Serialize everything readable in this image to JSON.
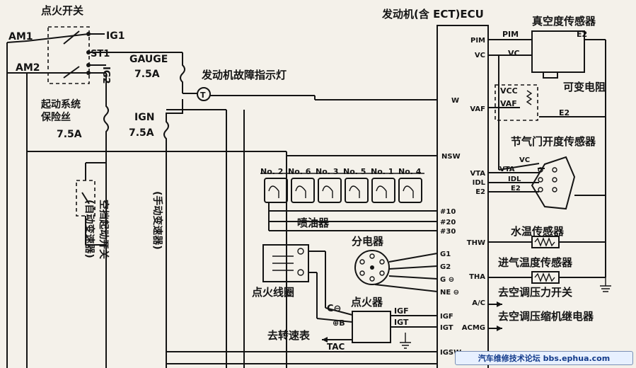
{
  "ignition_switch": {
    "title": "点火开关",
    "terminals": [
      "AM1",
      "IG1",
      "ST1",
      "IG2",
      "AM2"
    ]
  },
  "fuses": {
    "gauge": {
      "name": "GAUGE",
      "rating": "7.5A"
    },
    "starter": {
      "line1": "起动系统",
      "line2": "保险丝",
      "rating": "7.5A"
    },
    "ign": {
      "name": "IGN",
      "rating": "7.5A"
    }
  },
  "check_engine_lamp": "发动机故障指示灯",
  "neutral_switch": {
    "line1": "(自动变速器)",
    "line2": "空挡起动开关"
  },
  "manual_note": "(手动变速器)",
  "injectors": {
    "labels": [
      "No. 2",
      "No. 6",
      "No. 3",
      "No. 5",
      "No. 1",
      "No. 4"
    ],
    "caption": "喷油器"
  },
  "distributor": "分电器",
  "ignition_coil": "点火线圈",
  "igniter": {
    "title": "点火器",
    "pins": [
      "IGF",
      "IGT"
    ],
    "c_label": "C⊖",
    "b_label": "⊕B"
  },
  "tach": {
    "label": "去转速表",
    "pin": "TAC"
  },
  "ecu": {
    "title": "发动机(含 ECT)ECU",
    "pins": [
      "PIM",
      "VC",
      "W",
      "VAF",
      "NSW",
      "VTA",
      "IDL",
      "E2",
      "#10",
      "#20",
      "#30",
      "THW",
      "G1",
      "G2",
      "G ⊖",
      "NE ⊖",
      "THA",
      "A/C",
      "IGF",
      "IGT",
      "ACMG",
      "IGSW"
    ]
  },
  "sensors": {
    "vacuum": {
      "title": "真空度传感器",
      "pins": [
        "PIM",
        "VC",
        "E2"
      ]
    },
    "variable_resistor": {
      "title": "可变电阻",
      "pins": [
        "VCC",
        "VAF",
        "E2"
      ]
    },
    "throttle": {
      "title": "节气门开度传感器",
      "pins": [
        "VC",
        "VTA",
        "IDL",
        "E2"
      ]
    },
    "water_temp": "水温传感器",
    "intake_temp": "进气温度传感器",
    "ac_switch": "去空调压力开关",
    "ac_relay": "去空调压缩机继电器"
  },
  "watermark": "汽车维修技术论坛 bbs.ephua.com"
}
